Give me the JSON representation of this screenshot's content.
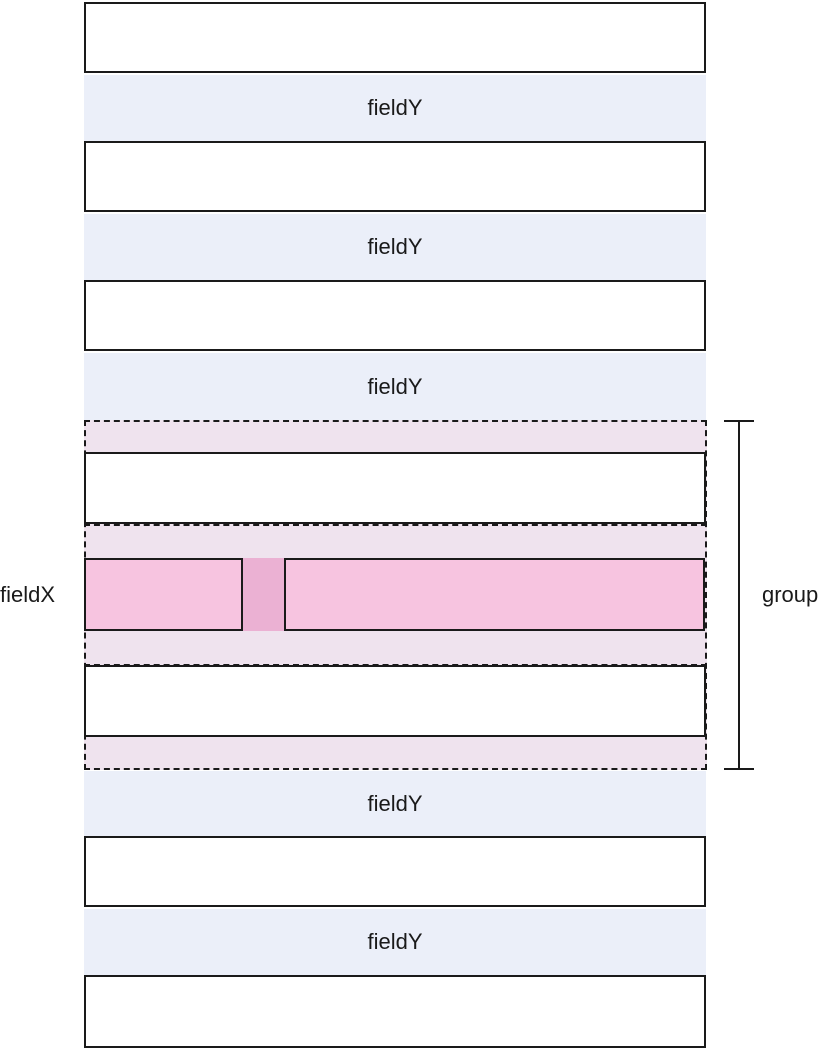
{
  "labels": {
    "field_y": "fieldY",
    "field_x": "fieldX",
    "group": "group"
  },
  "colors": {
    "field_y_gap": "#ebeff9",
    "group_fill": "#efe3ee",
    "field_x_cell": "#f7c4e0",
    "field_x_gap": "#ebb1d3",
    "stroke": "#1a1a1a"
  }
}
